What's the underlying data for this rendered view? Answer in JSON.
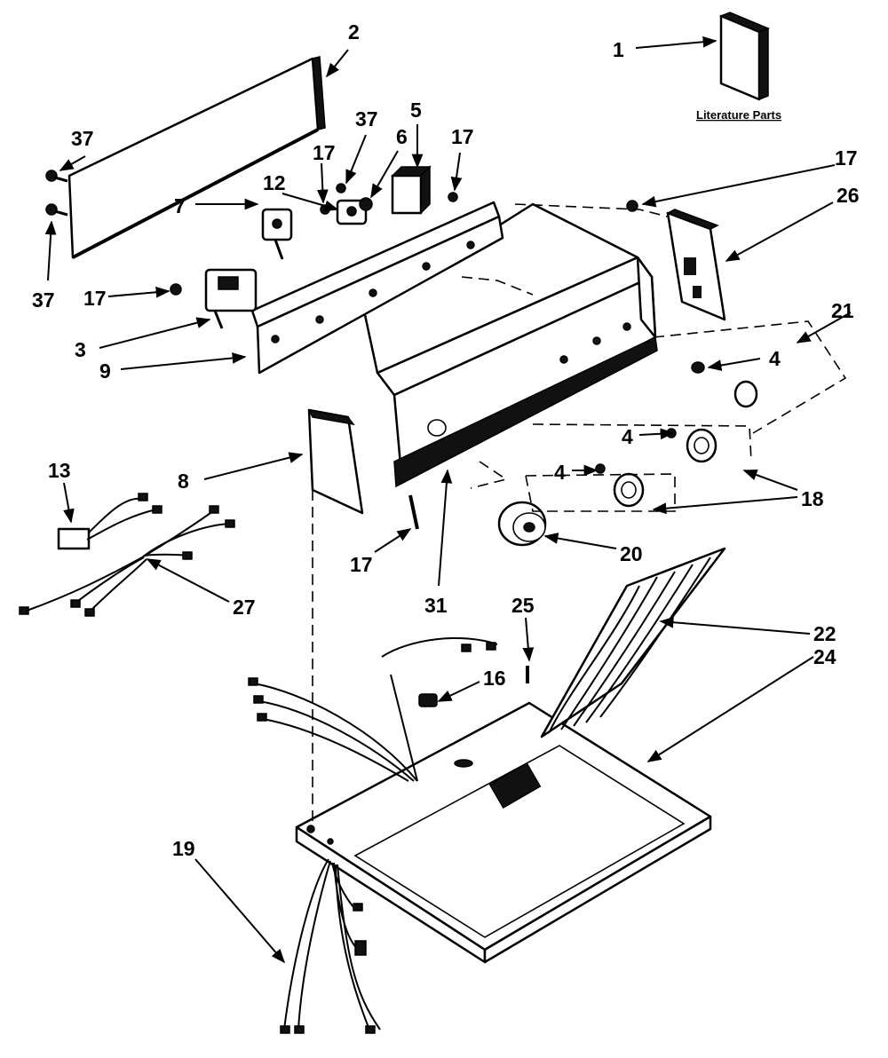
{
  "literature_label": "Literature Parts",
  "callouts": {
    "c1": "1",
    "c2": "2",
    "c3": "3",
    "c4a": "4",
    "c4b": "4",
    "c4c": "4",
    "c5": "5",
    "c6": "6",
    "c7": "7",
    "c8": "8",
    "c9": "9",
    "c12": "12",
    "c13": "13",
    "c16": "16",
    "c17a": "17",
    "c17b": "17",
    "c17c": "17",
    "c17d": "17",
    "c17e": "17",
    "c18": "18",
    "c19": "19",
    "c20": "20",
    "c21": "21",
    "c22": "22",
    "c24": "24",
    "c25": "25",
    "c26": "26",
    "c27": "27",
    "c31": "31",
    "c37a": "37",
    "c37b": "37",
    "c37c": "37"
  }
}
